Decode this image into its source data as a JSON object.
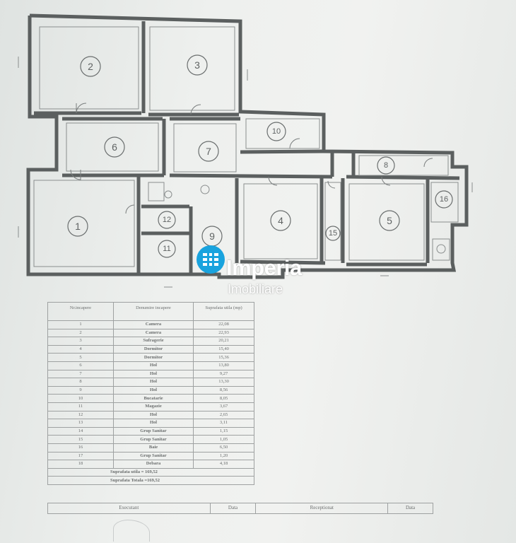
{
  "rooms": {
    "r1": "1",
    "r2": "2",
    "r3": "3",
    "r4": "4",
    "r5": "5",
    "r6": "6",
    "r7": "7",
    "r8": "8",
    "r9": "9",
    "r10": "10",
    "r11": "11",
    "r12": "12",
    "r15": "15",
    "r16": "16"
  },
  "logo": {
    "title": "Imperia",
    "subtitle": "Imobiliare",
    "brand_color": "#19a3de"
  },
  "table": {
    "headers": [
      "Nr.incapere",
      "Denumire incapere",
      "Suprafata utila (mp)"
    ],
    "rows": [
      {
        "nr": "1",
        "name": "Camera",
        "area": "22,08"
      },
      {
        "nr": "2",
        "name": "Camera",
        "area": "22,93"
      },
      {
        "nr": "3",
        "name": "Sufragerie",
        "area": "20,21"
      },
      {
        "nr": "4",
        "name": "Dormitor",
        "area": "15,40"
      },
      {
        "nr": "5",
        "name": "Dormitor",
        "area": "15,36"
      },
      {
        "nr": "6",
        "name": "Hol",
        "area": "13,80"
      },
      {
        "nr": "7",
        "name": "Hol",
        "area": "9,27"
      },
      {
        "nr": "8",
        "name": "Hol",
        "area": "13,30"
      },
      {
        "nr": "9",
        "name": "Hol",
        "area": "8,56"
      },
      {
        "nr": "10",
        "name": "Bucatarie",
        "area": "8,05"
      },
      {
        "nr": "11",
        "name": "Magazie",
        "area": "3,67"
      },
      {
        "nr": "12",
        "name": "Hol",
        "area": "2,65"
      },
      {
        "nr": "13",
        "name": "Hol",
        "area": "3,11"
      },
      {
        "nr": "14",
        "name": "Grup Sanitar",
        "area": "1,15"
      },
      {
        "nr": "15",
        "name": "Grup Sanitar",
        "area": "1,05"
      },
      {
        "nr": "16",
        "name": "Baie",
        "area": "6,50"
      },
      {
        "nr": "17",
        "name": "Grup Sanitar",
        "area": "1,20"
      },
      {
        "nr": "18",
        "name": "Debara",
        "area": "4,18"
      }
    ],
    "total_util": "Suprafata utila = 169,52",
    "total": "Suprafata Totala =169,52"
  },
  "signatures": {
    "executant": "Executant",
    "data1": "Data",
    "receptionat": "Receptionat",
    "data2": "Data"
  }
}
